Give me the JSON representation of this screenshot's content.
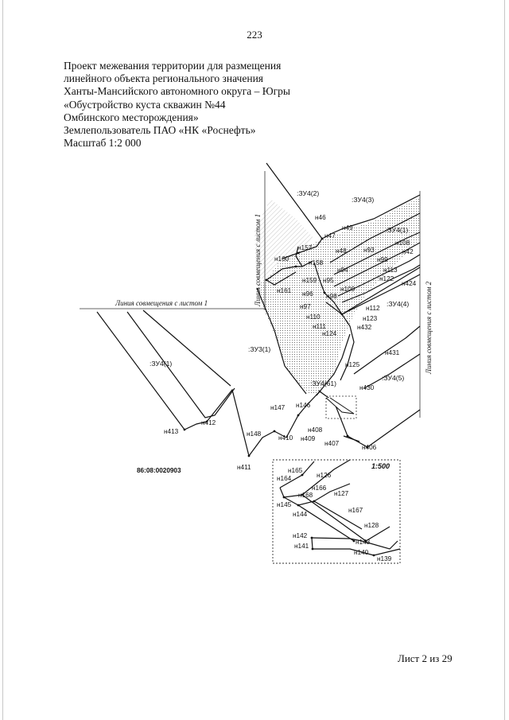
{
  "page_number": "223",
  "header": {
    "lines": [
      "Проект межевания территории для размещения",
      "линейного объекта регионального значения",
      "Ханты-Мансийского автономного округа – Югры",
      "«Обустройство куста скважин №44",
      "Омбинского месторождения»",
      "Землепользователь ПАО «НК «Роснефть»",
      "Масштаб 1:2 000"
    ]
  },
  "map": {
    "alignment_lines": {
      "sheet1_vertical": "Линия совмещения с листом 1",
      "sheet1_horizontal": "Линия совмещения с листом 1",
      "sheet2_vertical": "Линия совмещения с листом 2"
    },
    "zones": {
      "zu4_2": ":ЗУ4(2)",
      "zu4_3": ":ЗУ4(3)",
      "zu4_1_top": ":ЗУ4(1)",
      "zu4_4": ":ЗУ4(4)",
      "zu3_1": ":ЗУ3(1)",
      "zu4_1_left": ":ЗУ4(1)",
      "zu4_61": ":ЗУ4(61)",
      "zu4_5": ":ЗУ4(5)"
    },
    "cadastral_number": "86:08:0020903",
    "points": {
      "n46": "н46",
      "n47": "н47",
      "n49": "н49",
      "n48": "н48",
      "n93": "н93",
      "n108": "н108",
      "n42x": "н42",
      "n99": "н99",
      "n113": "н113",
      "n157": "н157",
      "n160": "н160",
      "n158": "н158",
      "n94": "н94",
      "n122": "н122",
      "n424": "н424",
      "n159": "н159",
      "n95": "н95",
      "n161": "н161",
      "n109": "н109",
      "n96": "н96",
      "n98": "н98",
      "n97": "н97",
      "n112": "н112",
      "n110": "н110",
      "n123": "н123",
      "n111": "н111",
      "n432": "н432",
      "n124": "н124",
      "n431": "н431",
      "n125": "н125",
      "n430": "н430",
      "n147": "н147",
      "n146": "н146",
      "n412": "н412",
      "n413": "н413",
      "n148": "н148",
      "n408": "н408",
      "n410": "н410",
      "n409": "н409",
      "n407": "н407",
      "n406": "н406",
      "n411": "н411"
    },
    "inset": {
      "scale": "1:500",
      "points": {
        "n165": "н165",
        "n164": "н164",
        "n126": "н126",
        "n166": "н166",
        "n168": "н168",
        "n127": "н127",
        "n145": "н145",
        "n167": "н167",
        "n144": "н144",
        "n128": "н128",
        "n142": "н142",
        "n143": "н143",
        "n141": "н141",
        "n140": "н140",
        "n139": "н139"
      }
    }
  },
  "sheet": "Лист 2 из 29"
}
